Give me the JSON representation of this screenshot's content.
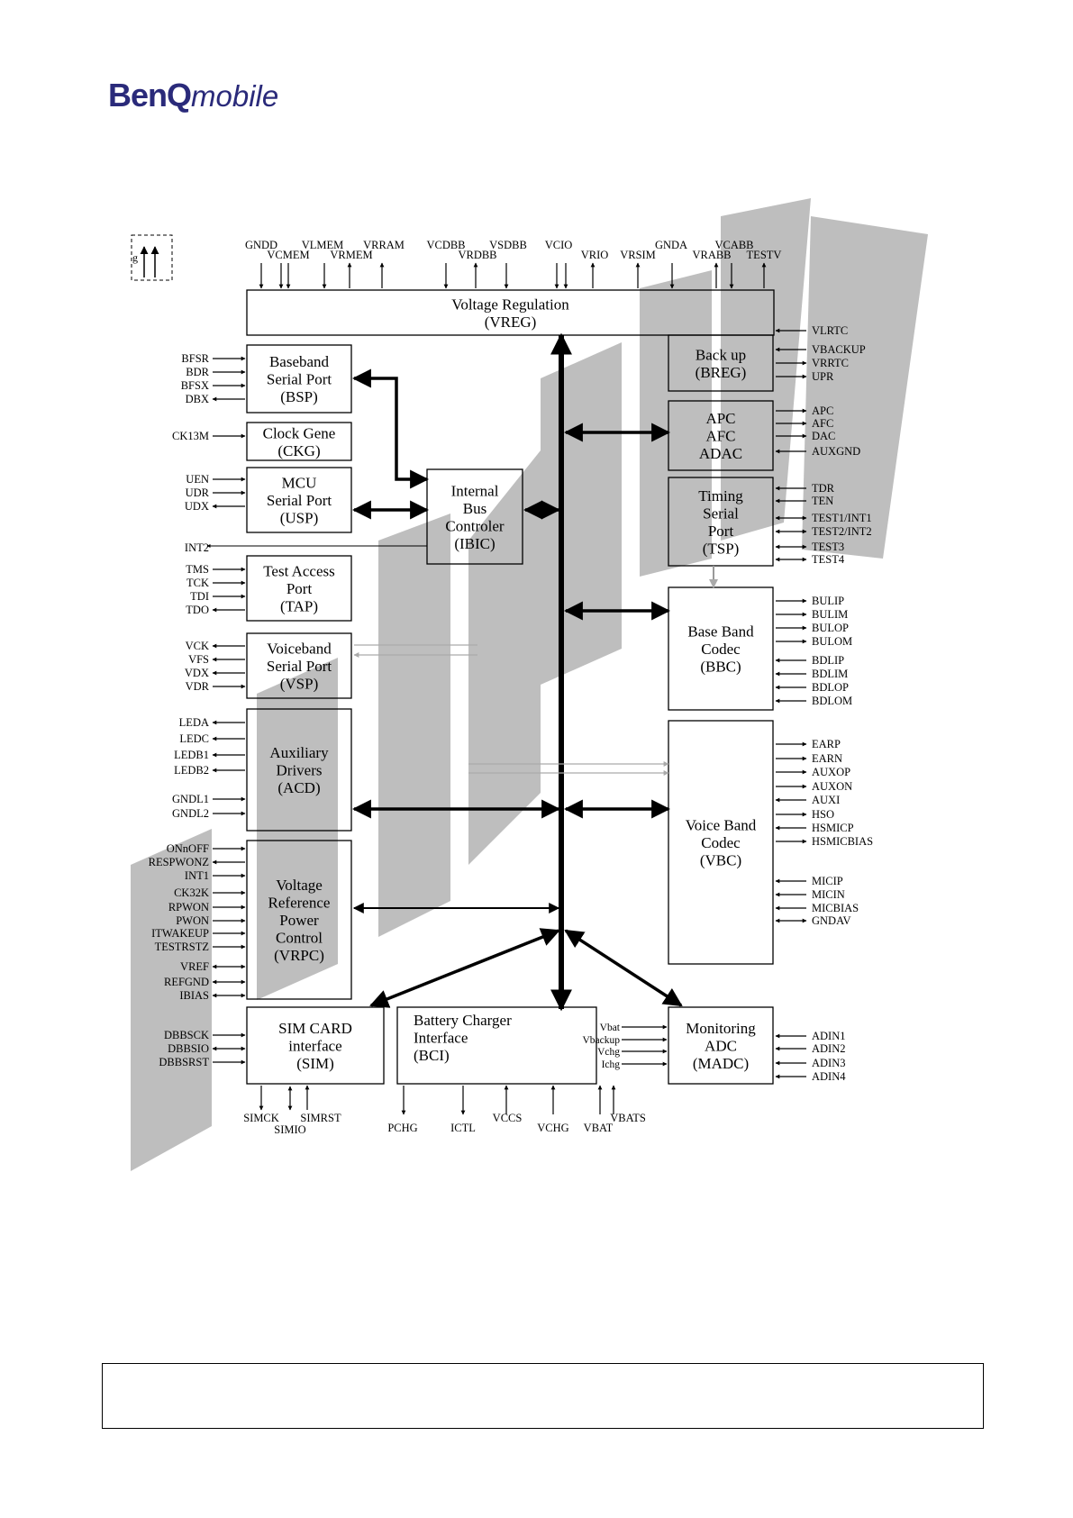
{
  "header": {
    "logo_text": "BenQ mobile",
    "logo_bold": "BenQ",
    "logo_light": "mobile"
  },
  "watermark": {
    "text": "PRELIMINARY",
    "color": "#a9a9a9"
  },
  "diagram": {
    "blocks": [
      {
        "id": "vreg",
        "lines": [
          "Voltage Regulation",
          "(VREG)"
        ]
      },
      {
        "id": "breg",
        "lines": [
          "Back up",
          "(BREG)"
        ]
      },
      {
        "id": "bsp",
        "lines": [
          "Baseband",
          "Serial Port",
          "(BSP)"
        ]
      },
      {
        "id": "ckg",
        "lines": [
          "Clock Gene",
          "(CKG)"
        ]
      },
      {
        "id": "usp",
        "lines": [
          "MCU",
          "Serial Port",
          "(USP)"
        ]
      },
      {
        "id": "ibic",
        "lines": [
          "Internal",
          "Bus",
          "Controler",
          "(IBIC)"
        ]
      },
      {
        "id": "apc",
        "lines": [
          "APC",
          "AFC",
          "ADAC"
        ]
      },
      {
        "id": "tsp",
        "lines": [
          "Timing",
          "Serial",
          "Port",
          "(TSP)"
        ]
      },
      {
        "id": "tap",
        "lines": [
          "Test Access",
          "Port",
          "(TAP)"
        ]
      },
      {
        "id": "bbc",
        "lines": [
          "Base Band",
          "Codec",
          "(BBC)"
        ]
      },
      {
        "id": "vsp",
        "lines": [
          "Voiceband",
          "Serial Port",
          "(VSP)"
        ]
      },
      {
        "id": "vbc",
        "lines": [
          "Voice Band",
          "Codec",
          "(VBC)"
        ]
      },
      {
        "id": "acd",
        "lines": [
          "Auxiliary",
          "Drivers",
          "(ACD)"
        ]
      },
      {
        "id": "vrpc",
        "lines": [
          "Voltage",
          "Reference",
          "Power",
          "Control",
          "(VRPC)"
        ]
      },
      {
        "id": "sim",
        "lines": [
          "SIM CARD",
          "interface",
          "(SIM)"
        ]
      },
      {
        "id": "bci",
        "lines": [
          "Battery Charger",
          "Interface",
          "(BCI)"
        ]
      },
      {
        "id": "madc",
        "lines": [
          "Monitoring",
          "ADC",
          "(MADC)"
        ]
      }
    ],
    "top_pins": [
      "GNDD",
      "VCMEM",
      "VLMEM",
      "VRMEM",
      "VRRAM",
      "VCDBB",
      "VRDBB",
      "VSDBB",
      "VCIO",
      "VRIO",
      "VRSIM",
      "GNDA",
      "VRABB",
      "VCABB",
      "TESTV"
    ],
    "legend_fragment": "g",
    "bci_inner_labels": [
      "Vbat",
      "Vbackup",
      "Vchg",
      "Ichg"
    ],
    "left_pins": {
      "bsp": [
        "BFSR",
        "BDR",
        "BFSX",
        "DBX"
      ],
      "ckg": [
        "CK13M"
      ],
      "usp": [
        "UEN",
        "UDR",
        "UDX"
      ],
      "int": [
        "INT2"
      ],
      "tap": [
        "TMS",
        "TCK",
        "TDI",
        "TDO"
      ],
      "vsp": [
        "VCK",
        "VFS",
        "VDX",
        "VDR"
      ],
      "acd": [
        "LEDA",
        "LEDC",
        "LEDB1",
        "LEDB2",
        "GNDL1",
        "GNDL2"
      ],
      "vrpc": [
        "ONnOFF",
        "RESPWONZ",
        "INT1",
        "CK32K",
        "RPWON",
        "PWON",
        "ITWAKEUP",
        "TESTRSTZ",
        "VREF",
        "REFGND",
        "IBIAS"
      ],
      "sim": [
        "DBBSCK",
        "DBBSIO",
        "DBBSRST"
      ]
    },
    "right_pins": {
      "vreg": [
        "VLRTC"
      ],
      "breg": [
        "VBACKUP",
        "VRRTC",
        "UPR"
      ],
      "apc": [
        "APC",
        "AFC",
        "DAC",
        "AUXGND"
      ],
      "tsp": [
        "TDR",
        "TEN",
        "TEST1/INT1",
        "TEST2/INT2",
        "TEST3",
        "TEST4"
      ],
      "bbc": [
        "BULIP",
        "BULIM",
        "BULOP",
        "BULOM",
        "BDLIP",
        "BDLIM",
        "BDLOP",
        "BDLOM"
      ],
      "vbc": [
        "EARP",
        "EARN",
        "AUXOP",
        "AUXON",
        "AUXI",
        "HSO",
        "HSMICP",
        "HSMICBIAS",
        "MICIP",
        "MICIN",
        "MICBIAS",
        "GNDAV"
      ],
      "madc": [
        "ADIN1",
        "ADIN2",
        "ADIN3",
        "ADIN4"
      ]
    },
    "bottom_pins": {
      "sim": [
        "SIMCK",
        "SIMIO",
        "SIMRST"
      ],
      "bci": [
        "PCHG",
        "ICTL",
        "VCCS",
        "VCHG",
        "VBAT",
        "VBATS"
      ]
    }
  },
  "footer": {
    "text": ""
  }
}
